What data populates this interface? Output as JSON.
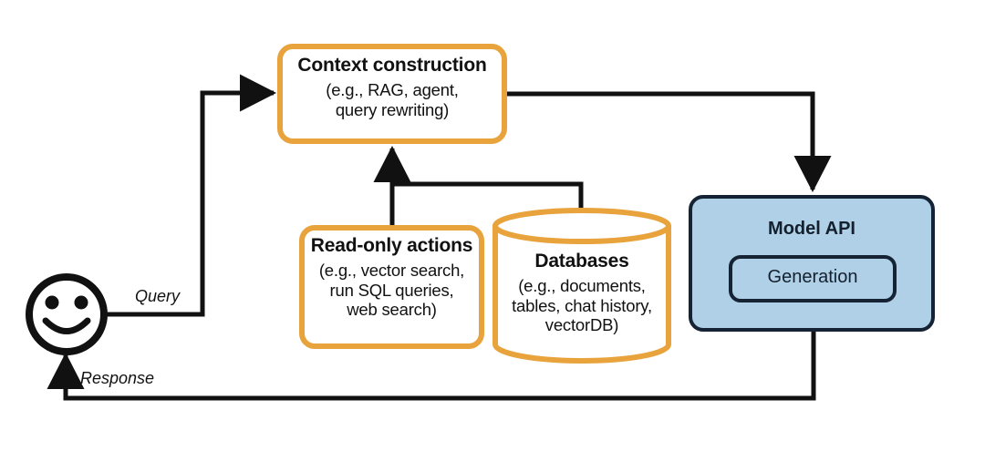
{
  "diagram": {
    "title": "RAG / context construction with model API flow",
    "colors": {
      "accent_orange": "#E8A33D",
      "model_fill": "#AFD0E6",
      "model_stroke": "#152334",
      "arrow_black": "#111111",
      "background": "#FFFFFF"
    },
    "nodes": {
      "context_construction": {
        "title": "Context construction",
        "sub_line1": "(e.g., RAG, agent,",
        "sub_line2": "query rewriting)"
      },
      "read_only_actions": {
        "title": "Read-only actions",
        "sub_line1": "(e.g., vector search,",
        "sub_line2": "run SQL queries,",
        "sub_line3": "web search)"
      },
      "databases": {
        "title": "Databases",
        "sub_line1": "(e.g., documents,",
        "sub_line2": "tables, chat history,",
        "sub_line3": "vectorDB)"
      },
      "model_api": {
        "title": "Model API",
        "generation": "Generation"
      },
      "user": {
        "icon": "smiley-face-icon"
      }
    },
    "edges": {
      "query": "Query",
      "response": "Response"
    }
  }
}
